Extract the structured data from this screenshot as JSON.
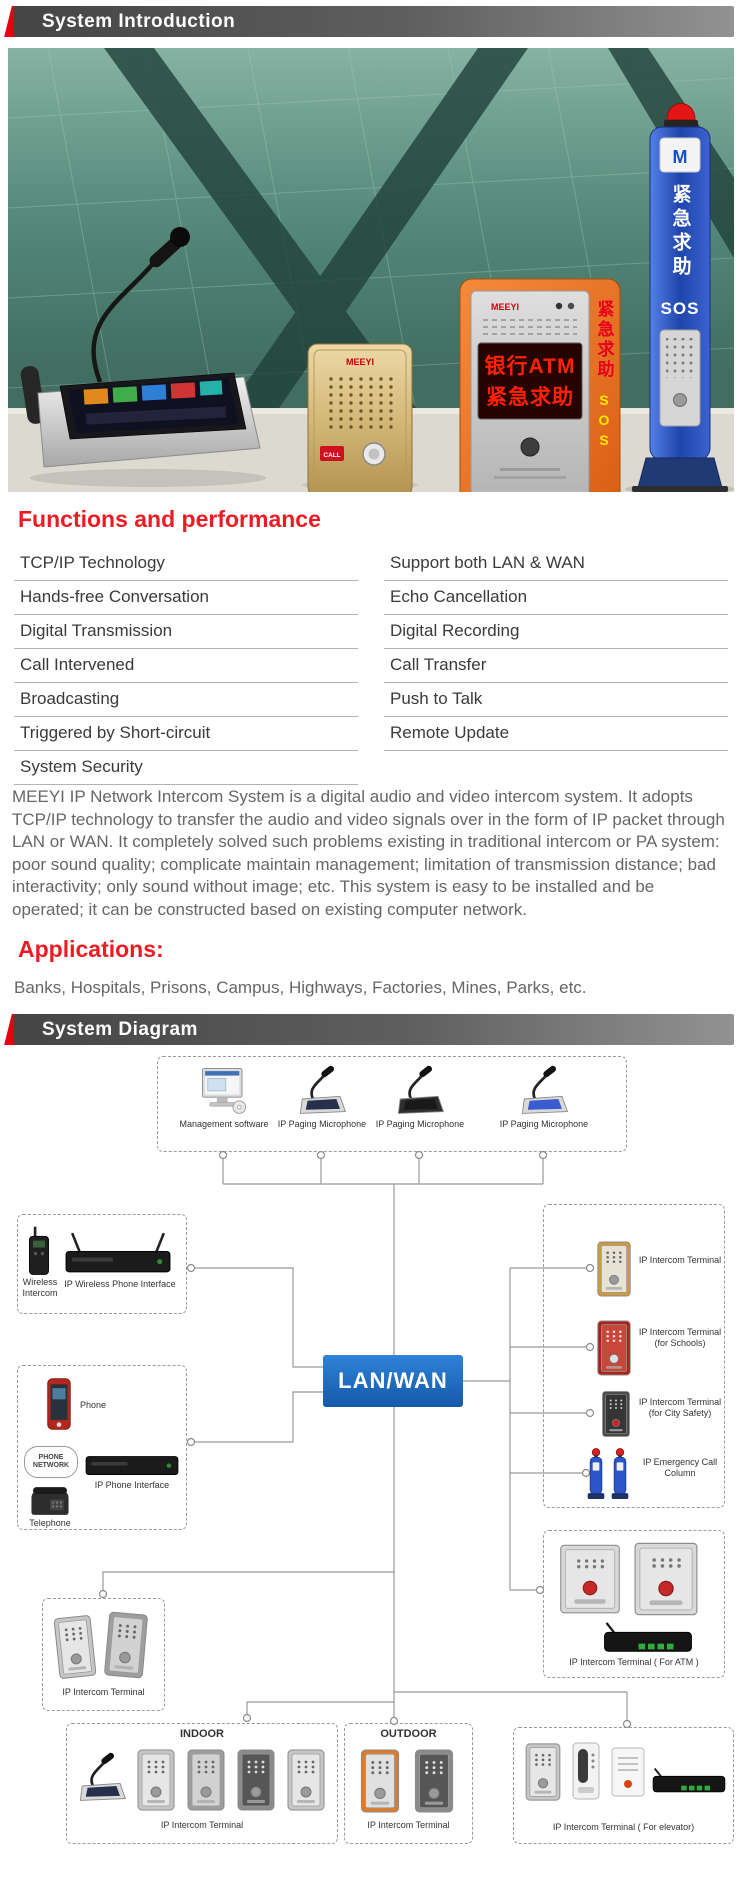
{
  "theme": {
    "accent_red": "#e60012",
    "heading_red": "#ed1c24",
    "banner_gray": "#5f5f5f",
    "lanwan_blue": "#1b6bc4",
    "text_dark": "#3a3a3a",
    "text_gray": "#666666"
  },
  "sections": {
    "intro_title": "System Introduction",
    "diagram_title": "System Diagram",
    "functions_title": "Functions and performance",
    "applications_title": "Applications:"
  },
  "hero": {
    "brand": "MEEYI",
    "led_line1": "银行ATM",
    "led_line2": "紧急求助",
    "side_text": "紧急求助",
    "side_sos": "SOS",
    "call_label": "CALL",
    "column_logo": "M",
    "column_text": "紧急求助",
    "column_sos": "SOS"
  },
  "functions": {
    "left": [
      "TCP/IP Technology",
      "Hands-free Conversation",
      "Digital Transmission",
      "Call Intervened",
      "Broadcasting",
      "Triggered by Short-circuit",
      "System Security"
    ],
    "right": [
      "Support both LAN & WAN",
      "Echo Cancellation",
      "Digital Recording",
      "Call Transfer",
      "Push to Talk",
      "Remote Update"
    ]
  },
  "description": "MEEYI IP Network Intercom System is a digital audio and video intercom system. It adopts TCP/IP technology to transfer the audio and video signals over in the form of IP packet through LAN or WAN. It completely solved such problems existing in traditional intercom or PA system: poor sound quality; complicate maintain management; limitation of transmission distance; bad interactivity; only sound without image; etc. This system is easy to be installed and be operated; it can be constructed based on existing computer network.",
  "applications_text": "Banks, Hospitals, Prisons, Campus, Highways, Factories, Mines, Parks, etc.",
  "diagram": {
    "lan_wan": "LAN/WAN",
    "top_items": [
      "Management software",
      "IP Paging Microphone",
      "IP Paging Microphone",
      "IP Paging Microphone"
    ],
    "wireless_intercom_label": "Wireless Intercom",
    "wireless_interface_label": "IP Wireless Phone Interface",
    "phone_label": "Phone",
    "phone_network_label": "PHONE NETWORK",
    "phone_interface_label": "IP Phone Interface",
    "telephone_label": "Telephone",
    "right_items": [
      "IP Intercom Terminal",
      "IP Intercom Terminal (for Schools)",
      "IP Intercom Terminal (for City Safety)",
      "IP Emergency Call Column"
    ],
    "atm_caption": "IP Intercom Terminal ( For ATM )",
    "bottom_left_caption": "IP Intercom Terminal",
    "indoor_label": "INDOOR",
    "indoor_caption": "IP Intercom Terminal",
    "outdoor_label": "OUTDOOR",
    "outdoor_caption": "IP Intercom Terminal",
    "elevator_caption": "IP Intercom Terminal ( For elevator)"
  }
}
